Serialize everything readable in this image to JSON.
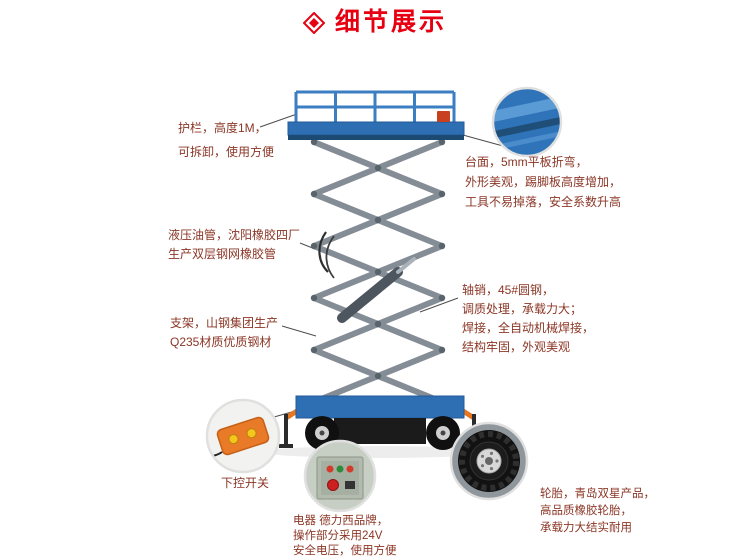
{
  "palette": {
    "accent_red": "#e60012",
    "callout_text": "#8b3626",
    "lift_blue": "#2e6fb4",
    "guardrail_blue": "#3b7ec2",
    "scissor_gray": "#848d95",
    "outrigger_orange": "#e67722",
    "remote_orange": "#e87a28"
  },
  "header": {
    "title": "细节展示"
  },
  "callouts": {
    "guardrail": {
      "lines": [
        "护栏，高度1M，",
        "可拆卸，使用方便"
      ]
    },
    "platform": {
      "lines": [
        "台面，5mm平板折弯，",
        "外形美观，踢脚板高度增加，",
        "工具不易掉落，安全系数升高"
      ]
    },
    "hydraulic_hose": {
      "lines": [
        "液压油管，沈阳橡胶四厂",
        "生产双层钢网橡胶管"
      ]
    },
    "support_frame": {
      "lines": [
        "支架，山钢集团生产",
        "Q235材质优质钢材"
      ]
    },
    "axle_pin": {
      "lines": [
        "轴销，45#圆钢，",
        "调质处理，承载力大；",
        "焊接，全自动机械焊接，",
        "结构牢固，外观美观"
      ]
    },
    "lower_control": {
      "label": "下控开关"
    },
    "electrics": {
      "lines": [
        "电器 德力西品牌，",
        "操作部分采用24V",
        "安全电压，使用方便"
      ]
    },
    "tires": {
      "lines": [
        "轮胎，青岛双星产品，",
        "高品质橡胶轮胎，",
        "承载力大结实耐用"
      ]
    }
  }
}
